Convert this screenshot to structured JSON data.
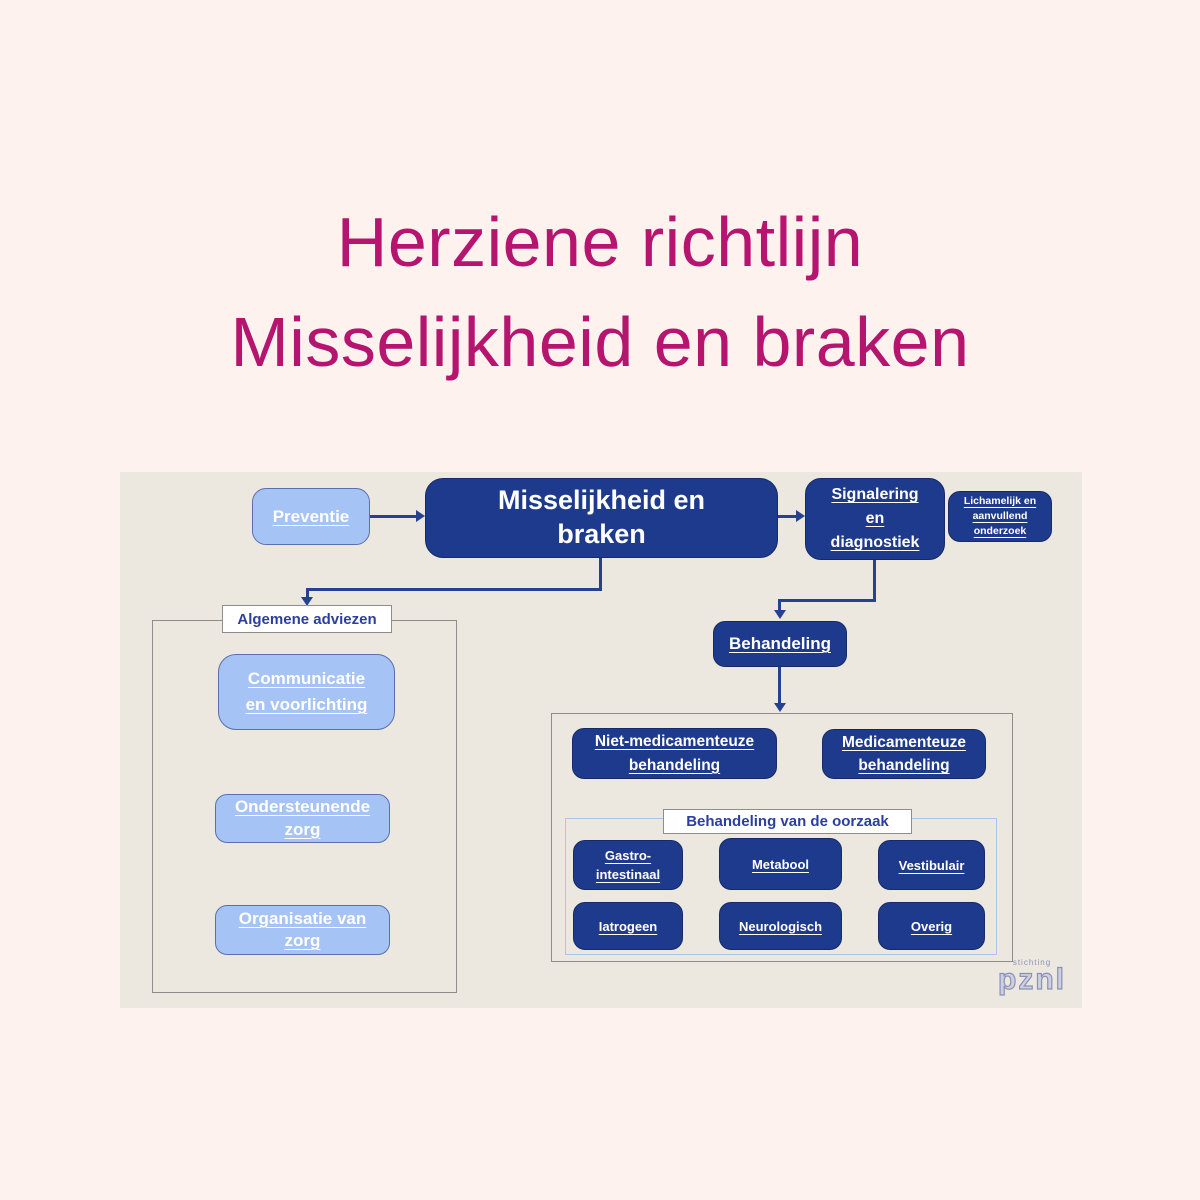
{
  "title": {
    "line1": "Herziene richtlijn",
    "line2": "Misselijkheid en braken"
  },
  "colors": {
    "accent_magenta": "#b5146f",
    "dark_blue": "#1e3a8c",
    "light_blue": "#a6c3f5",
    "panel_bg": "#ece8e0",
    "page_bg": "#fdf2ed",
    "connector_blue": "#26418f"
  },
  "diagram": {
    "preventie": {
      "label": "Preventie"
    },
    "main": {
      "label": "Misselijkheid en braken",
      "lines": [
        "Misselijkheid en",
        "braken"
      ]
    },
    "signalering": {
      "label": "Signalering en diagnostiek",
      "lines": [
        "Signalering",
        "en",
        "diagnostiek"
      ]
    },
    "lichamelijk": {
      "label": "Lichamelijk en aanvullend onderzoek",
      "lines": [
        "Lichamelijk en",
        "aanvullend",
        "onderzoek"
      ]
    },
    "algemene_adviezen": {
      "label": "Algemene adviezen"
    },
    "communicatie": {
      "label": "Communicatie en voorlichting",
      "lines": [
        "Communicatie",
        "en voorlichting"
      ]
    },
    "ondersteunende": {
      "label": "Ondersteunende zorg",
      "lines": [
        "Ondersteunende",
        "zorg"
      ]
    },
    "organisatie": {
      "label": "Organisatie van zorg",
      "lines": [
        "Organisatie van",
        "zorg"
      ]
    },
    "behandeling": {
      "label": "Behandeling"
    },
    "niet_medicamenteuze": {
      "label": "Niet-medicamenteuze behandeling",
      "lines": [
        "Niet-medicamenteuze",
        "behandeling"
      ]
    },
    "medicamenteuze": {
      "label": "Medicamenteuze behandeling",
      "lines": [
        "Medicamenteuze",
        "behandeling"
      ]
    },
    "oorzaak_label": {
      "label": "Behandeling van de oorzaak"
    },
    "causes": [
      {
        "label": "Gastro-intestinaal",
        "lines": [
          "Gastro-",
          "intestinaal"
        ]
      },
      {
        "label": "Metabool",
        "lines": [
          "Metabool"
        ]
      },
      {
        "label": "Vestibulair",
        "lines": [
          "Vestibulair"
        ]
      },
      {
        "label": "Iatrogeen",
        "lines": [
          "Iatrogeen"
        ]
      },
      {
        "label": "Neurologisch",
        "lines": [
          "Neurologisch"
        ]
      },
      {
        "label": "Overig",
        "lines": [
          "Overig"
        ]
      }
    ]
  },
  "logo": {
    "top": "stichting",
    "name": "pznl"
  }
}
